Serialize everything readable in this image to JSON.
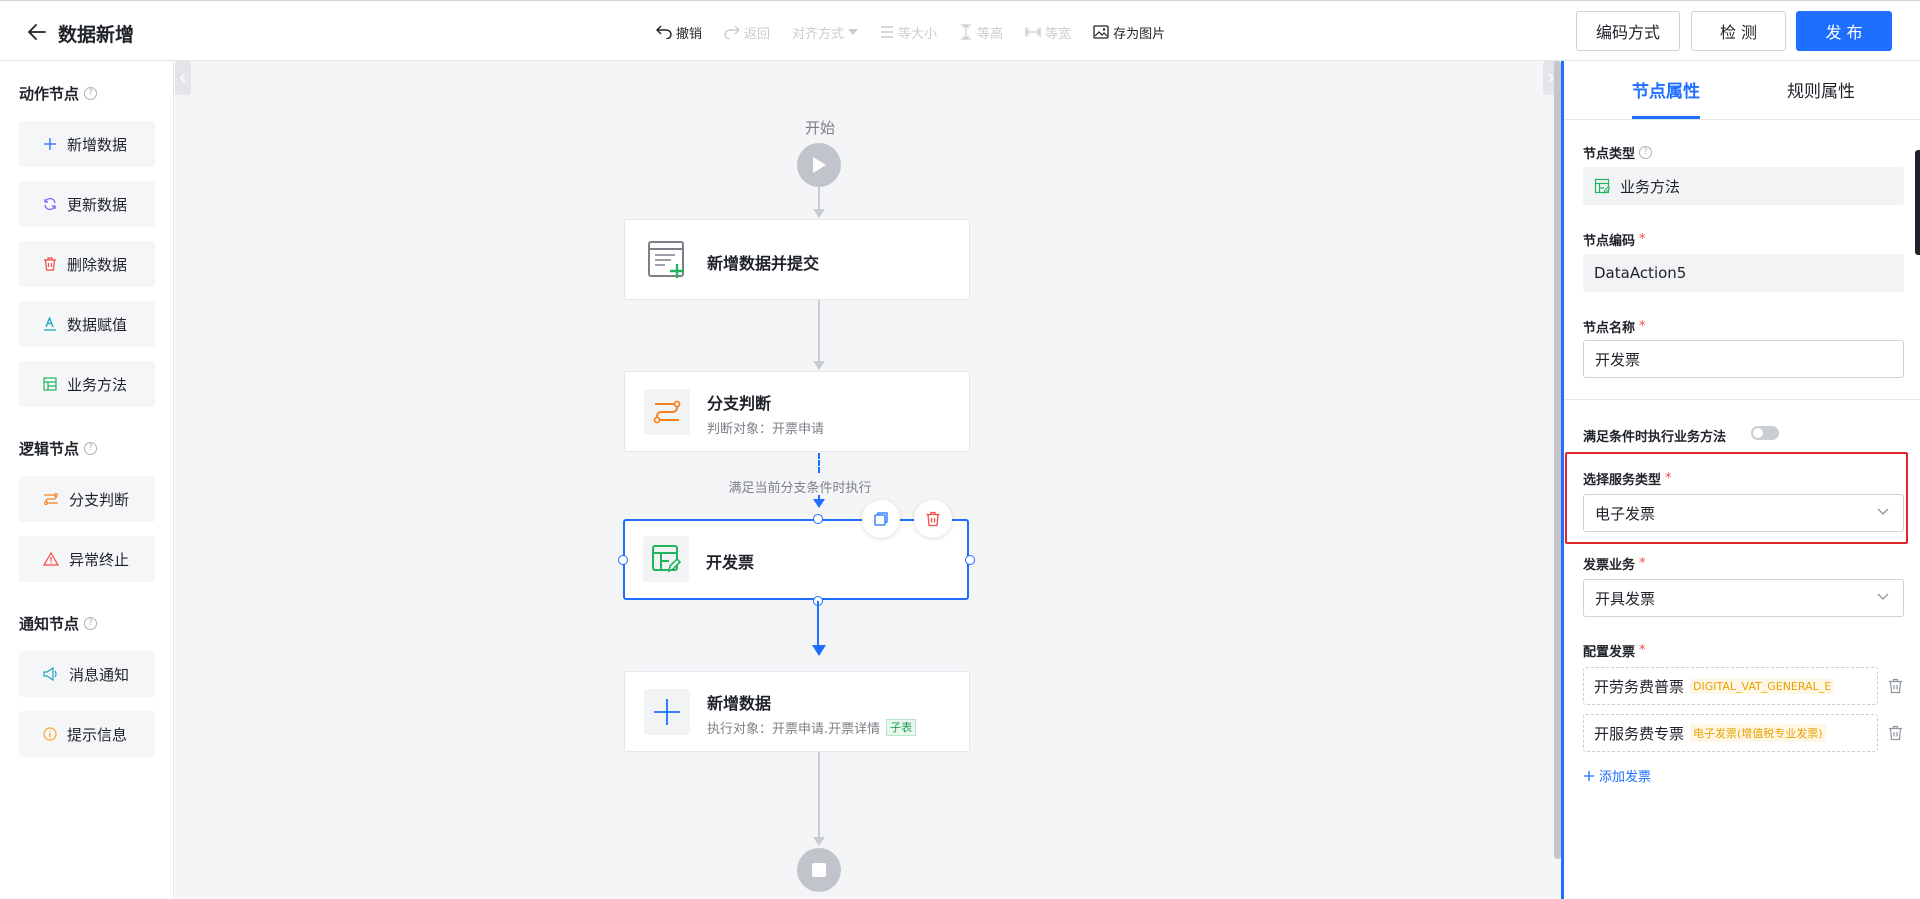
{
  "header": {
    "title": "数据新增",
    "tools": {
      "undo": "撤销",
      "redo": "返回",
      "align": "对齐方式",
      "same_size": "等大小",
      "same_height": "等高",
      "same_width": "等宽",
      "save_image": "存为图片"
    },
    "buttons": {
      "encoding": "编码方式",
      "check": "检 测",
      "publish": "发 布"
    }
  },
  "sidebar": {
    "sections": [
      {
        "title": "动作节点",
        "items": [
          {
            "label": "新增数据",
            "icon": "plus-icon"
          },
          {
            "label": "更新数据",
            "icon": "refresh-icon"
          },
          {
            "label": "删除数据",
            "icon": "trash-icon"
          },
          {
            "label": "数据赋值",
            "icon": "assign-icon"
          },
          {
            "label": "业务方法",
            "icon": "table-icon"
          }
        ]
      },
      {
        "title": "逻辑节点",
        "items": [
          {
            "label": "分支判断",
            "icon": "branch-icon"
          },
          {
            "label": "异常终止",
            "icon": "warning-icon"
          }
        ]
      },
      {
        "title": "通知节点",
        "items": [
          {
            "label": "消息通知",
            "icon": "megaphone-icon"
          },
          {
            "label": "提示信息",
            "icon": "info-icon"
          }
        ]
      }
    ]
  },
  "canvas": {
    "start_label": "开始",
    "nodes": [
      {
        "title": "新增数据并提交",
        "subtitle": ""
      },
      {
        "title": "分支判断",
        "subtitle": "判断对象：开票申请"
      },
      {
        "title": "开发票",
        "subtitle": ""
      },
      {
        "title": "新增数据",
        "subtitle": "执行对象：开票申请.开票详情",
        "tag": "子表"
      }
    ],
    "branch_condition": "满足当前分支条件时执行"
  },
  "panel": {
    "tabs": [
      "节点属性",
      "规则属性"
    ],
    "active_tab": 0,
    "node_type_label": "节点类型",
    "node_type_value": "业务方法",
    "node_code_label": "节点编码",
    "node_code_value": "DataAction5",
    "node_name_label": "节点名称",
    "node_name_value": "开发票",
    "condition_toggle_label": "满足条件时执行业务方法",
    "condition_toggle_on": false,
    "service_type_label": "选择服务类型",
    "service_type_value": "电子发票",
    "invoice_business_label": "发票业务",
    "invoice_business_value": "开具发票",
    "config_label": "配置发票",
    "invoices": [
      {
        "name": "开劳务费普票",
        "tag": "DIGITAL_VAT_GENERAL_E"
      },
      {
        "name": "开服务费专票",
        "tag": "电子发票(增值税专业发票)"
      }
    ],
    "add_invoice": "添加发票"
  },
  "colors": {
    "primary": "#1e6fff",
    "highlight": "#e0262b",
    "required": "#f54a45",
    "canvas_bg": "#f4f5f7"
  }
}
